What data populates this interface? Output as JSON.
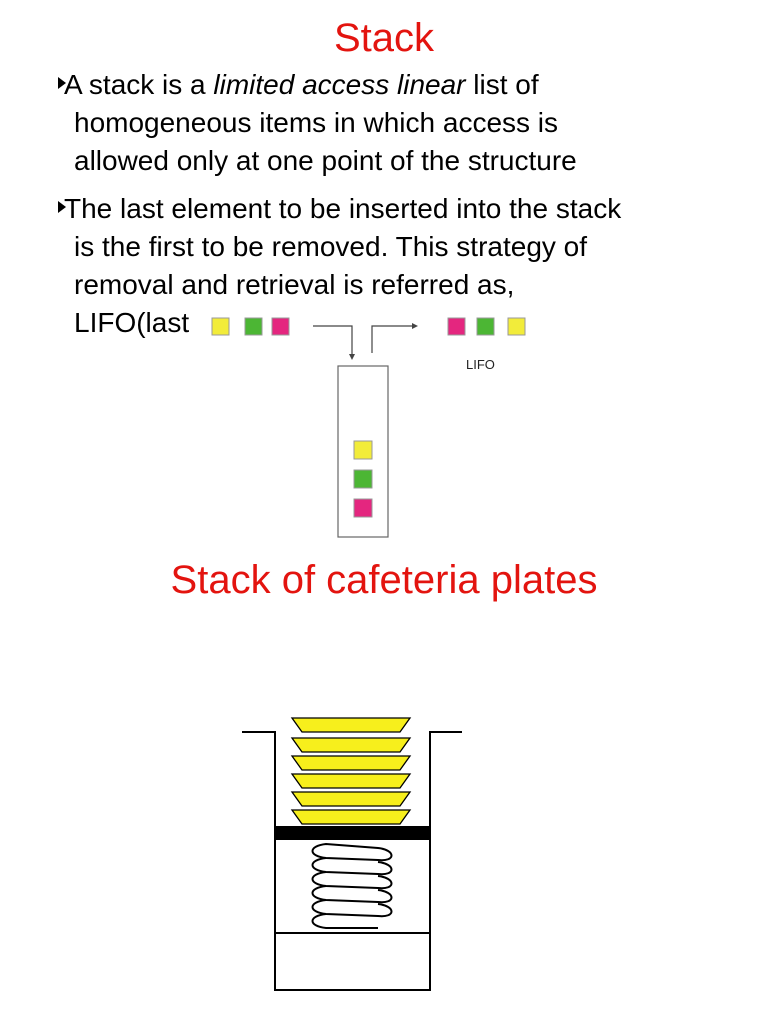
{
  "title": "Stack",
  "bullets": [
    {
      "pre": "A stack is a ",
      "em": "limited access linear",
      "post": " list of",
      "line2": "homogeneous items in which  access is",
      "line3": "allowed only at one point of the structure"
    },
    {
      "line1": "The last element to be inserted into the stack",
      "line2": "is the first to be removed. This strategy of",
      "line3": "removal and retrieval is referred as,",
      "line4": "LIFO(last"
    }
  ],
  "lifo_label": "LIFO",
  "subtitle": "Stack of cafeteria plates",
  "colors": {
    "title_red": "#e3140f",
    "yellow": "#f2ec3a",
    "green": "#4cb634",
    "magenta": "#e4267f",
    "plate_yellow": "#f7ef1c"
  }
}
